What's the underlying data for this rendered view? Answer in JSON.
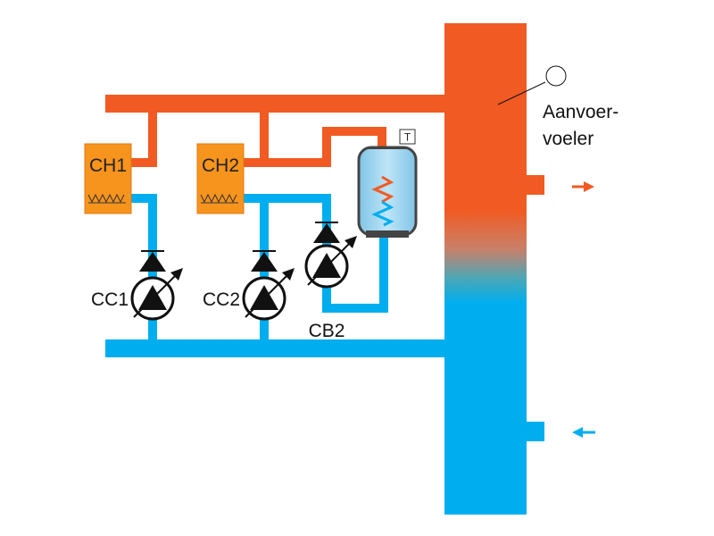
{
  "labels": {
    "ch1": "CH1",
    "ch2": "CH2",
    "cc1": "CC1",
    "cc2": "CC2",
    "cb2": "CB2",
    "tank_sensor": "T",
    "sensor_line1": "Aanvoer-",
    "sensor_line2": "voeler"
  },
  "colors": {
    "hot": "#f15a22",
    "cold": "#00aeef",
    "boiler_box": "#f7941d",
    "tank_fill": "#a8d8f0",
    "black": "#111111"
  },
  "icons": {
    "pump": "pump-icon",
    "valve": "check-valve-icon",
    "sensor": "sensor-circle-icon",
    "flow_out": "flow-out-arrow-icon",
    "flow_in": "flow-in-arrow-icon"
  }
}
